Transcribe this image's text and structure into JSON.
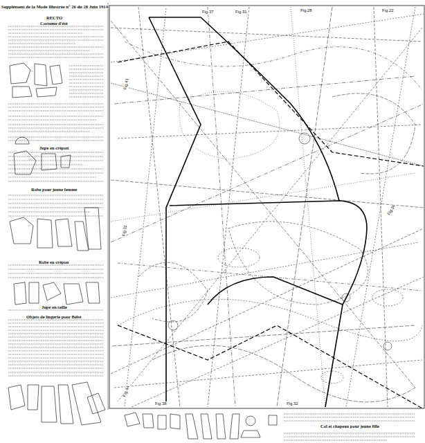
{
  "diagram": {
    "title": "Supplément de la Mode Illustrée n° 26 du 28 Juin 1914",
    "labels": [
      "RECTO",
      "Costume d'été",
      "Jupe en crêpon",
      "Robe pour jeune femme",
      "Robe en crêpon",
      "Jupe en taille",
      "Objets de lingerie pour Bébé",
      "Col et chapeau pour jeune fille",
      "Fig.37",
      "Fig.31",
      "Fig.28",
      "Fig.22",
      "Fig.41",
      "Fig.11",
      "Fig.36",
      "Fig.44",
      "Fig.38",
      "Fig.32"
    ]
  }
}
